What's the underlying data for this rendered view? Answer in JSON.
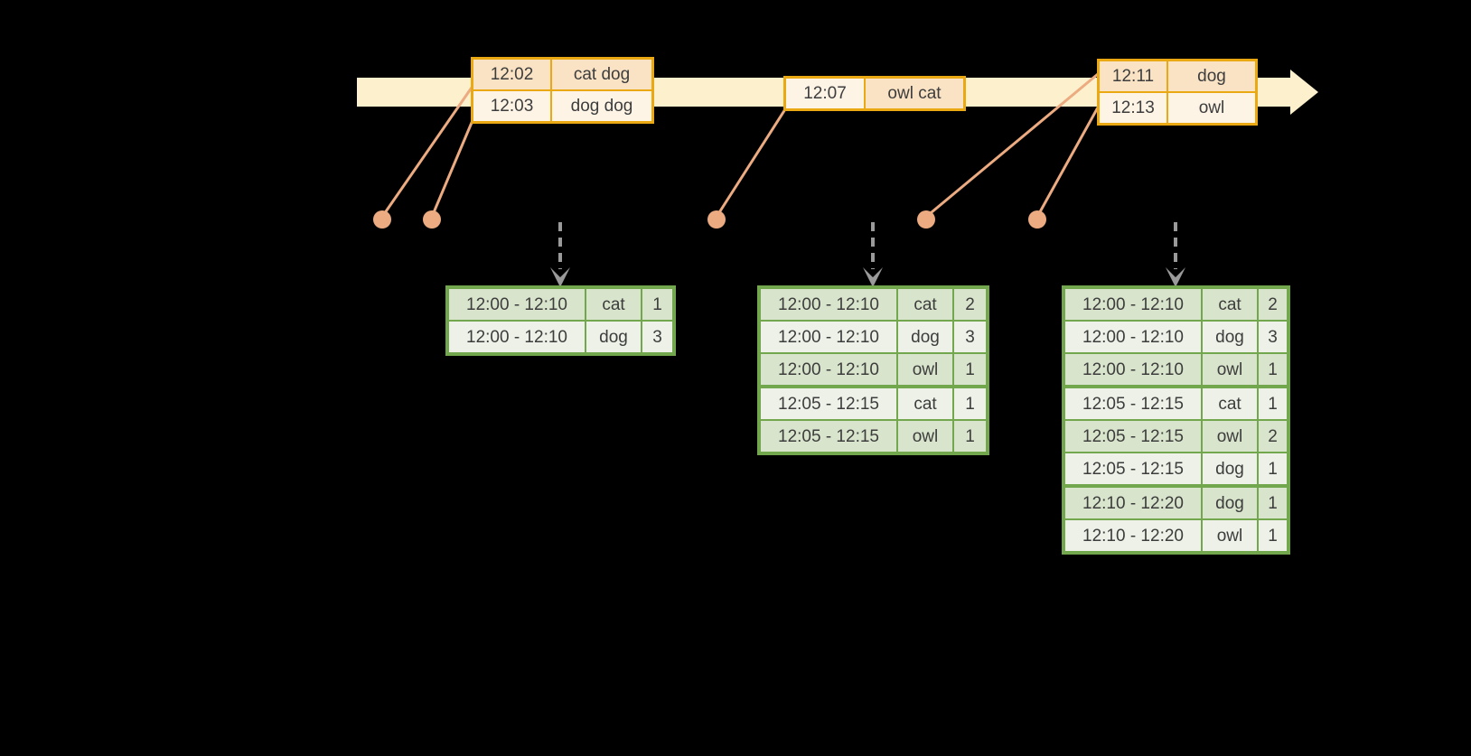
{
  "colors": {
    "bg": "#000000",
    "text": "#3d3d3d",
    "band": "#fdf1cd",
    "ev_border": "#eaa913",
    "ev_row_peach": "#fae3c4",
    "ev_row_cream": "#fdf4e6",
    "dot": "#ecab80",
    "connector": "#ecab80",
    "trigger_gray": "#9a9a9a",
    "res_border": "#73a74e",
    "res_row_dark": "#d8e4cb",
    "res_row_light": "#edf1e7"
  },
  "timeline": {
    "event_batches": [
      {
        "rows": [
          {
            "time": "12:02",
            "words": "cat dog",
            "time_tone": "peach",
            "words_tone": "peach"
          },
          {
            "time": "12:03",
            "words": "dog dog",
            "time_tone": "cream",
            "words_tone": "cream"
          }
        ]
      },
      {
        "rows": [
          {
            "time": "12:07",
            "words": "owl cat",
            "time_tone": "cream",
            "words_tone": "peach"
          }
        ]
      },
      {
        "rows": [
          {
            "time": "12:11",
            "words": "dog",
            "time_tone": "peach",
            "words_tone": "peach"
          },
          {
            "time": "12:13",
            "words": "owl",
            "time_tone": "cream",
            "words_tone": "cream"
          }
        ]
      }
    ]
  },
  "result_tables": [
    {
      "rows": [
        [
          "12:00 - 12:10",
          "cat",
          "1"
        ],
        [
          "12:00 - 12:10",
          "dog",
          "3"
        ]
      ]
    },
    {
      "rows": [
        [
          "12:00 - 12:10",
          "cat",
          "2"
        ],
        [
          "12:00 - 12:10",
          "dog",
          "3"
        ],
        [
          "12:00 - 12:10",
          "owl",
          "1"
        ],
        [
          "12:05 - 12:15",
          "cat",
          "1"
        ],
        [
          "12:05 - 12:15",
          "owl",
          "1"
        ]
      ]
    },
    {
      "rows": [
        [
          "12:00 - 12:10",
          "cat",
          "2"
        ],
        [
          "12:00 - 12:10",
          "dog",
          "3"
        ],
        [
          "12:00 - 12:10",
          "owl",
          "1"
        ],
        [
          "12:05 - 12:15",
          "cat",
          "1"
        ],
        [
          "12:05 - 12:15",
          "owl",
          "2"
        ],
        [
          "12:05 - 12:15",
          "dog",
          "1"
        ],
        [
          "12:10 - 12:20",
          "dog",
          "1"
        ],
        [
          "12:10 - 12:20",
          "owl",
          "1"
        ]
      ]
    }
  ]
}
